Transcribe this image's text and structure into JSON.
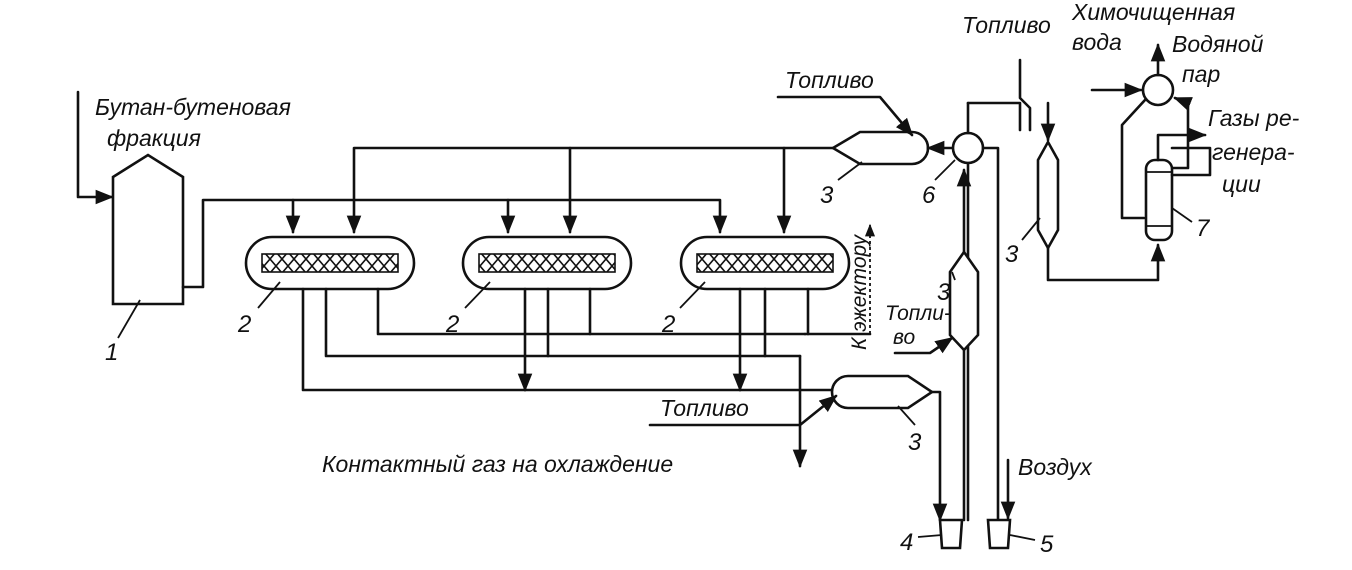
{
  "labels": {
    "feed_line1": "Бутан-бутеновая",
    "feed_line2": "фракция",
    "fuel_top": "Топливо",
    "fuel_topright": "Топливо",
    "chem_water_line1": "Химочищенная",
    "chem_water_line2": "вода",
    "steam_line1": "Водяной",
    "steam_line2": "пар",
    "regen_line1": "Газы ре-",
    "regen_line2": "генера-",
    "regen_line3": "ции",
    "to_ejector": "К эжектору",
    "fuel_mid_line1": "Топли-",
    "fuel_mid_line2": "во",
    "fuel_bottom": "Топливо",
    "contact_gas": "Контактный газ на охлаждение",
    "air": "Воздух"
  },
  "numbers": {
    "n1": "1",
    "n2a": "2",
    "n2b": "2",
    "n2c": "2",
    "n3a": "3",
    "n3b": "3",
    "n3c": "3",
    "n3d": "3",
    "n4": "4",
    "n5": "5",
    "n6": "6",
    "n7": "7"
  }
}
